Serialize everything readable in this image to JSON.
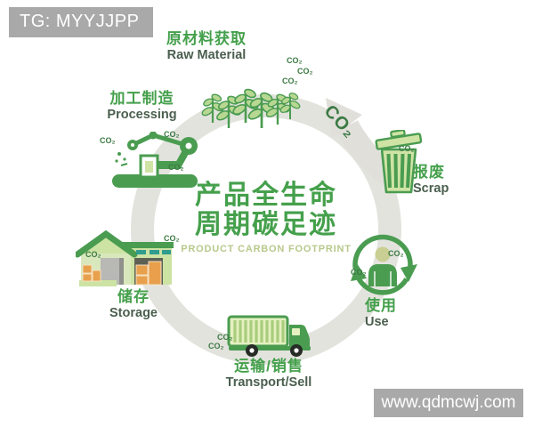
{
  "banner": {
    "text": "TG: MYYJJPP"
  },
  "watermark": {
    "text": "www.qdmcwj.com"
  },
  "center": {
    "title_line1": "产品全生命",
    "title_line2": "周期碳足迹",
    "subtitle": "PRODUCT CARBON FOOTPRINT"
  },
  "cycle_arrow": {
    "label": "CO₂"
  },
  "co2_label": "CO₂",
  "stages": [
    {
      "key": "raw-material",
      "zh": "原材料获取",
      "en": "Raw Material",
      "icon": "seedlings-icon"
    },
    {
      "key": "processing",
      "zh": "加工制造",
      "en": "Processing",
      "icon": "robotic-arm-icon"
    },
    {
      "key": "storage",
      "zh": "储存",
      "en": "Storage",
      "icon": "warehouse-icon"
    },
    {
      "key": "transport-sell",
      "zh": "运输/销售",
      "en": "Transport/Sell",
      "icon": "truck-icon"
    },
    {
      "key": "use",
      "zh": "使用",
      "en": "Use",
      "icon": "person-recycle-icon"
    },
    {
      "key": "scrap",
      "zh": "报废",
      "en": "Scrap",
      "icon": "trash-bin-icon"
    }
  ],
  "colors": {
    "green": "#45a04c",
    "english_label": "#4a5f4e",
    "subtitle": "#b9c88b",
    "co2_text": "#3c7a44",
    "ring_gray": "#e3e3de",
    "banner_gray": "#a9a9a9",
    "leaf_light": "#b7d792",
    "box_orange": "#e8a04c",
    "window_teal": "#2f9c8e"
  }
}
